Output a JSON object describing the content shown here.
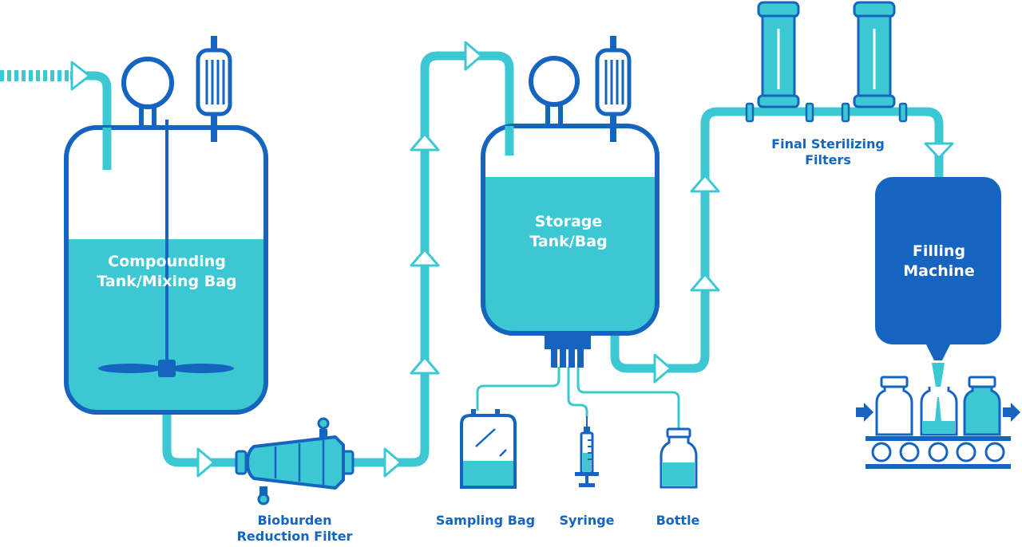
{
  "colors": {
    "pipe": "#3cc8d2",
    "dark": "#1565c0",
    "liquid": "#3cc8d2",
    "machine": "#1565c0",
    "white": "#ffffff"
  },
  "labels": {
    "compounding": [
      "Compounding",
      "Tank/Mixing Bag"
    ],
    "storage": [
      "Storage",
      "Tank/Bag"
    ],
    "filling": [
      "Filling",
      "Machine"
    ],
    "final_filters": [
      "Final Sterilizing",
      "Filters"
    ],
    "bioburden": [
      "Bioburden",
      "Reduction Filter"
    ],
    "sampling_bag": "Sampling Bag",
    "syringe": "Syringe",
    "bottle": "Bottle"
  },
  "icons": {
    "pressure_gauge": "pressure-gauge-icon",
    "vent_filter": "vent-filter-icon",
    "flow_arrow": "flow-arrow-icon",
    "conveyor": "conveyor-icon",
    "vial": "vial-icon"
  }
}
